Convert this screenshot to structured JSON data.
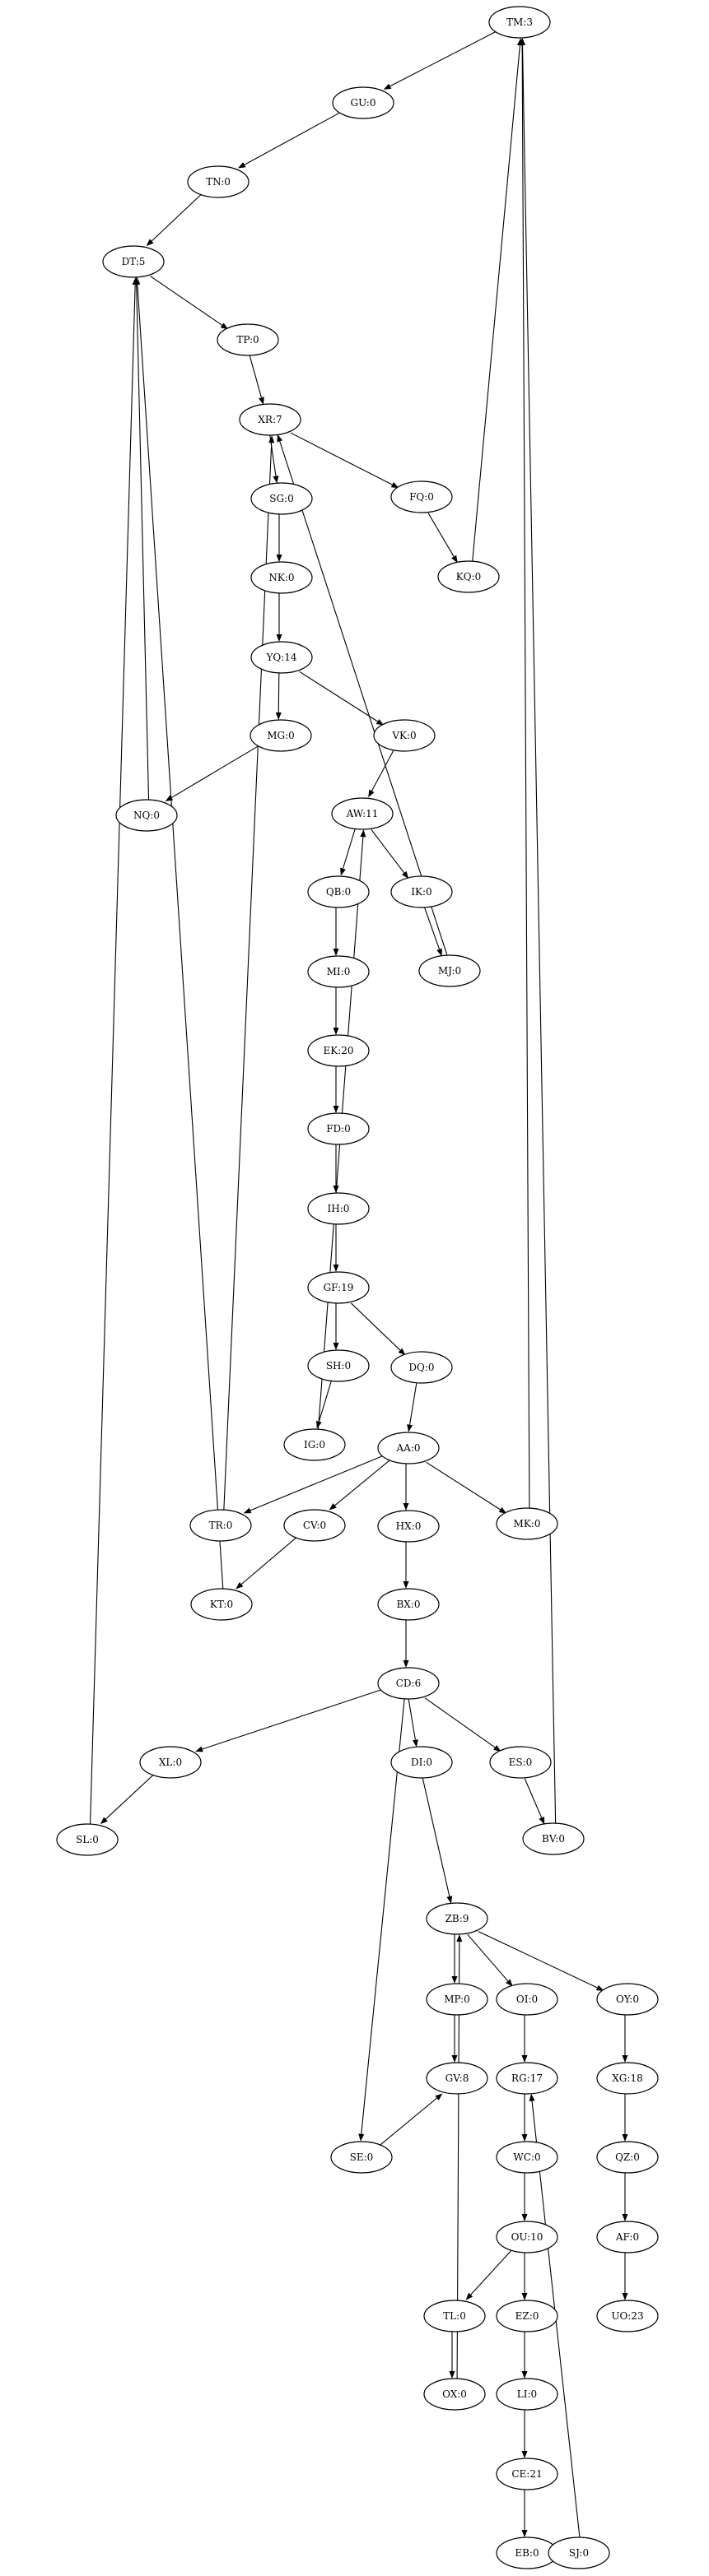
{
  "graph": {
    "nodes": [
      {
        "id": "TM",
        "label": "TM:3"
      },
      {
        "id": "GU",
        "label": "GU:0"
      },
      {
        "id": "TN",
        "label": "TN:0"
      },
      {
        "id": "DT",
        "label": "DT:5"
      },
      {
        "id": "TP",
        "label": "TP:0"
      },
      {
        "id": "XR",
        "label": "XR:7"
      },
      {
        "id": "SG",
        "label": "SG:0"
      },
      {
        "id": "FQ",
        "label": "FQ:0"
      },
      {
        "id": "KQ",
        "label": "KQ:0"
      },
      {
        "id": "NK",
        "label": "NK:0"
      },
      {
        "id": "YQ",
        "label": "YQ:14"
      },
      {
        "id": "MG",
        "label": "MG:0"
      },
      {
        "id": "VK",
        "label": "VK:0"
      },
      {
        "id": "NQ",
        "label": "NQ:0"
      },
      {
        "id": "AW",
        "label": "AW:11"
      },
      {
        "id": "QB",
        "label": "QB:0"
      },
      {
        "id": "IK",
        "label": "IK:0"
      },
      {
        "id": "MI",
        "label": "MI:0"
      },
      {
        "id": "MJ",
        "label": "MJ:0"
      },
      {
        "id": "EK",
        "label": "EK:20"
      },
      {
        "id": "FD",
        "label": "FD:0"
      },
      {
        "id": "IH",
        "label": "IH:0"
      },
      {
        "id": "GF",
        "label": "GF:19"
      },
      {
        "id": "SH",
        "label": "SH:0"
      },
      {
        "id": "DQ",
        "label": "DQ:0"
      },
      {
        "id": "IG",
        "label": "IG:0"
      },
      {
        "id": "AA",
        "label": "AA:0"
      },
      {
        "id": "TR",
        "label": "TR:0"
      },
      {
        "id": "CV",
        "label": "CV:0"
      },
      {
        "id": "HX",
        "label": "HX:0"
      },
      {
        "id": "MK",
        "label": "MK:0"
      },
      {
        "id": "KT",
        "label": "KT:0"
      },
      {
        "id": "BX",
        "label": "BX:0"
      },
      {
        "id": "CD",
        "label": "CD:6"
      },
      {
        "id": "XL",
        "label": "XL:0"
      },
      {
        "id": "DI",
        "label": "DI:0"
      },
      {
        "id": "ES",
        "label": "ES:0"
      },
      {
        "id": "SL",
        "label": "SL:0"
      },
      {
        "id": "BV",
        "label": "BV:0"
      },
      {
        "id": "ZB",
        "label": "ZB:9"
      },
      {
        "id": "MP",
        "label": "MP:0"
      },
      {
        "id": "OI",
        "label": "OI:0"
      },
      {
        "id": "OY",
        "label": "OY:0"
      },
      {
        "id": "RG",
        "label": "RG:17"
      },
      {
        "id": "XG",
        "label": "XG:18"
      },
      {
        "id": "GV",
        "label": "GV:8"
      },
      {
        "id": "SE",
        "label": "SE:0"
      },
      {
        "id": "WC",
        "label": "WC:0"
      },
      {
        "id": "QZ",
        "label": "QZ:0"
      },
      {
        "id": "OU",
        "label": "OU:10"
      },
      {
        "id": "AF",
        "label": "AF:0"
      },
      {
        "id": "TL",
        "label": "TL:0"
      },
      {
        "id": "EZ",
        "label": "EZ:0"
      },
      {
        "id": "UO",
        "label": "UO:23"
      },
      {
        "id": "OX",
        "label": "OX:0"
      },
      {
        "id": "LI",
        "label": "LI:0"
      },
      {
        "id": "CE",
        "label": "CE:21"
      },
      {
        "id": "EB",
        "label": "EB:0"
      },
      {
        "id": "SJ",
        "label": "SJ:0"
      }
    ],
    "edges": [
      [
        "TM",
        "GU"
      ],
      [
        "GU",
        "TN"
      ],
      [
        "TN",
        "DT"
      ],
      [
        "DT",
        "TP"
      ],
      [
        "TP",
        "XR"
      ],
      [
        "XR",
        "SG"
      ],
      [
        "XR",
        "FQ"
      ],
      [
        "FQ",
        "KQ"
      ],
      [
        "KQ",
        "TM"
      ],
      [
        "SG",
        "NK"
      ],
      [
        "NK",
        "YQ"
      ],
      [
        "YQ",
        "MG"
      ],
      [
        "YQ",
        "VK"
      ],
      [
        "MG",
        "NQ"
      ],
      [
        "NQ",
        "DT"
      ],
      [
        "VK",
        "AW"
      ],
      [
        "AW",
        "QB"
      ],
      [
        "AW",
        "IK"
      ],
      [
        "IK",
        "MJ"
      ],
      [
        "MJ",
        "XR"
      ],
      [
        "QB",
        "MI"
      ],
      [
        "MI",
        "EK"
      ],
      [
        "EK",
        "FD"
      ],
      [
        "FD",
        "IH"
      ],
      [
        "IH",
        "GF"
      ],
      [
        "GF",
        "SH"
      ],
      [
        "GF",
        "DQ"
      ],
      [
        "SH",
        "IG"
      ],
      [
        "IG",
        "AW"
      ],
      [
        "DQ",
        "AA"
      ],
      [
        "AA",
        "TR"
      ],
      [
        "TR",
        "XR"
      ],
      [
        "AA",
        "CV"
      ],
      [
        "CV",
        "KT"
      ],
      [
        "KT",
        "DT"
      ],
      [
        "AA",
        "HX"
      ],
      [
        "HX",
        "BX"
      ],
      [
        "BX",
        "CD"
      ],
      [
        "AA",
        "MK"
      ],
      [
        "MK",
        "TM"
      ],
      [
        "CD",
        "XL"
      ],
      [
        "XL",
        "SL"
      ],
      [
        "SL",
        "DT"
      ],
      [
        "CD",
        "DI"
      ],
      [
        "DI",
        "ZB"
      ],
      [
        "CD",
        "ES"
      ],
      [
        "ES",
        "BV"
      ],
      [
        "BV",
        "TM"
      ],
      [
        "CD",
        "SE"
      ],
      [
        "SE",
        "GV"
      ],
      [
        "ZB",
        "MP"
      ],
      [
        "MP",
        "GV"
      ],
      [
        "ZB",
        "OI"
      ],
      [
        "OI",
        "RG"
      ],
      [
        "ZB",
        "OY"
      ],
      [
        "OY",
        "XG"
      ],
      [
        "XG",
        "QZ"
      ],
      [
        "QZ",
        "AF"
      ],
      [
        "AF",
        "UO"
      ],
      [
        "RG",
        "WC"
      ],
      [
        "WC",
        "OU"
      ],
      [
        "OU",
        "TL"
      ],
      [
        "TL",
        "OX"
      ],
      [
        "OX",
        "ZB"
      ],
      [
        "OU",
        "EZ"
      ],
      [
        "EZ",
        "LI"
      ],
      [
        "LI",
        "CE"
      ],
      [
        "CE",
        "EB"
      ],
      [
        "EB",
        "SJ"
      ],
      [
        "SJ",
        "RG"
      ]
    ]
  }
}
